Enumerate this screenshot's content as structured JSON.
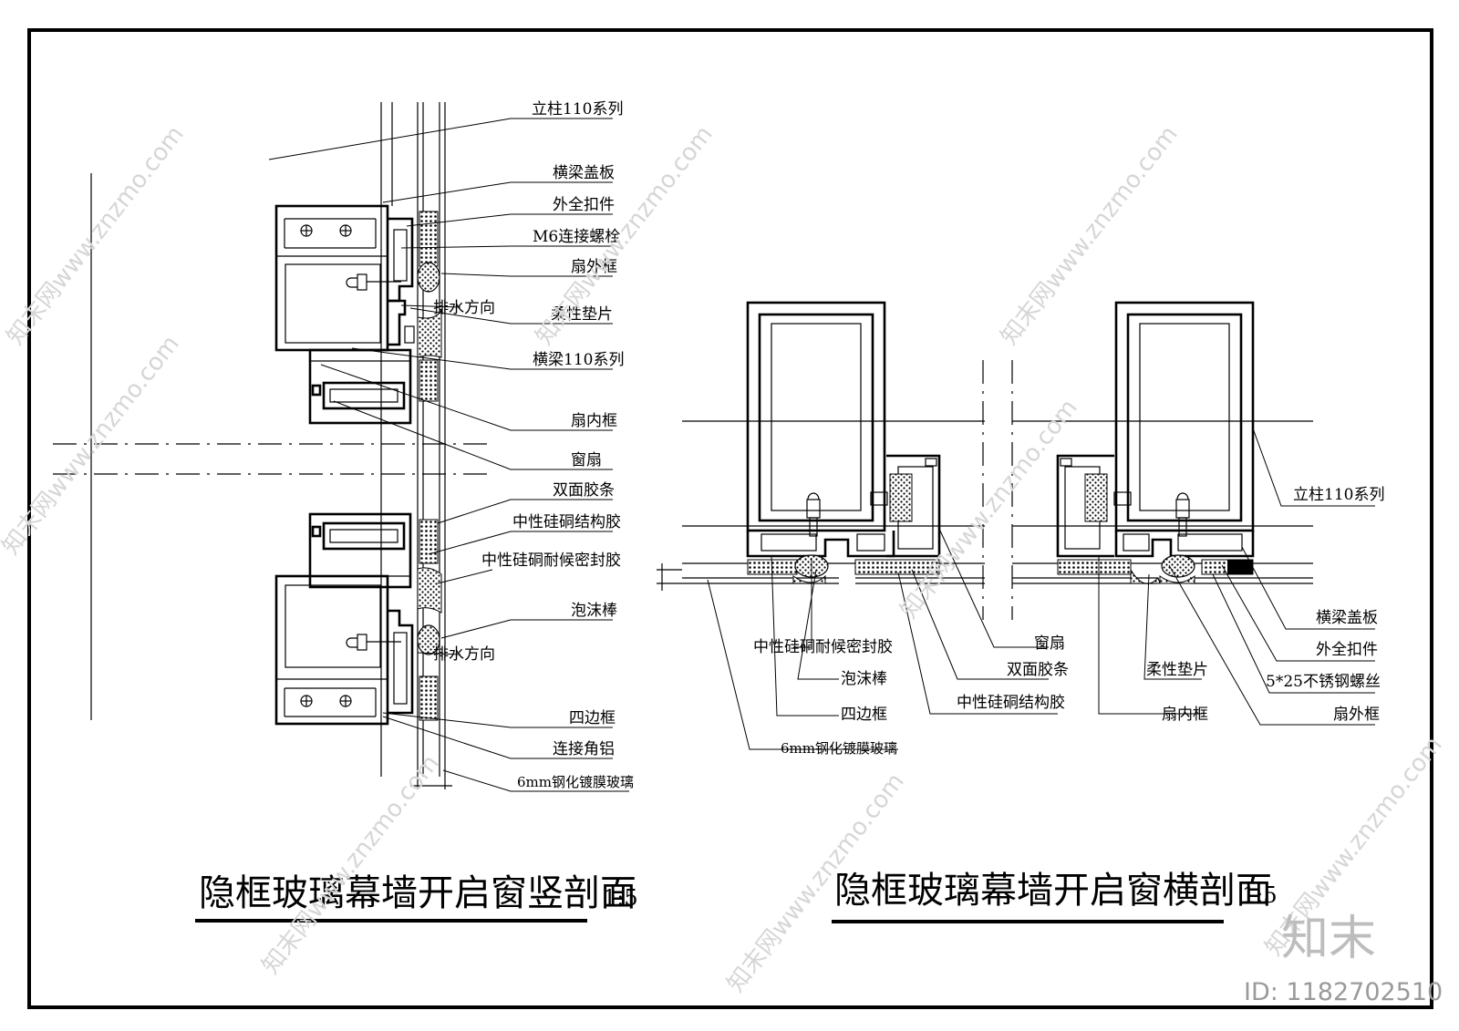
{
  "left_section": {
    "title": "隐框玻璃幕墙开启窗竖剖面",
    "scale": "1:5",
    "labels": [
      "立柱110系列",
      "横梁盖板",
      "外全扣件",
      "M6连接螺栓",
      "扇外框",
      "排水方向",
      "柔性垫片",
      "横梁110系列",
      "扇内框",
      "窗扇",
      "双面胶条",
      "中性硅硐结构胶",
      "中性硅硐耐候密封胶",
      "泡沫棒",
      "排水方向",
      "四边框",
      "连接角铝",
      "6mm钢化镀膜玻璃"
    ]
  },
  "right_section": {
    "title": "隐框玻璃幕墙开启窗横剖面",
    "scale": "1:5",
    "labels_right": [
      "立柱110系列",
      "横梁盖板",
      "外全扣件",
      "5*25不锈钢螺丝",
      "扇外框"
    ],
    "labels_bottom": [
      "中性硅硐耐候密封胶",
      "泡沫棒",
      "四边框",
      "6mm钢化镀膜玻璃",
      "窗扇",
      "双面胶条",
      "中性硅硐结构胶",
      "柔性垫片",
      "扇内框"
    ]
  },
  "watermark": {
    "repeat_text": "知末网www.znzmo.com",
    "brand": "知末",
    "id_text": "ID: 1182702510"
  }
}
